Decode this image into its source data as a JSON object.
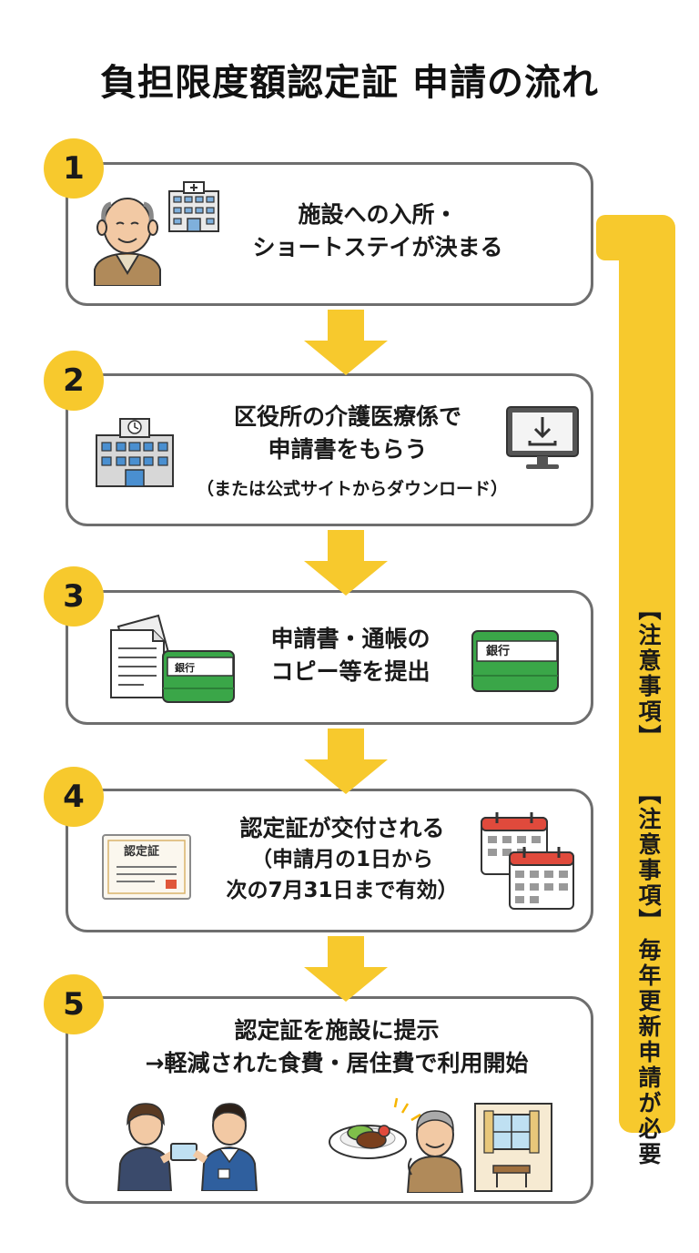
{
  "title": "負担限度額認定証 申請の流れ",
  "steps": [
    {
      "number": "1",
      "lines": [
        "施設への入所・",
        "ショートステイが決まる"
      ]
    },
    {
      "number": "2",
      "lines": [
        "区役所の介護医療係で",
        "申請書をもらう"
      ],
      "note": "（または公式サイトからダウンロード）"
    },
    {
      "number": "3",
      "lines": [
        "申請書・通帳の",
        "コピー等を提出"
      ],
      "bankbook_label": "銀行"
    },
    {
      "number": "4",
      "lines": [
        "認定証が交付される",
        "（申請月の1日から",
        "次の7月31日まで有効）"
      ],
      "certificate_label": "認定証"
    },
    {
      "number": "5",
      "lines": [
        "認定証を施設に提示",
        "→軽減された食費・居住費で利用開始"
      ]
    }
  ],
  "side_note": {
    "heading_1": "【注意事項】",
    "heading_2": "【注意事項】",
    "body": "毎年更新申請が必要"
  },
  "colors": {
    "accent": "#f7c92d",
    "border": "#6e6e6e",
    "bankbook": "#3aa648"
  }
}
